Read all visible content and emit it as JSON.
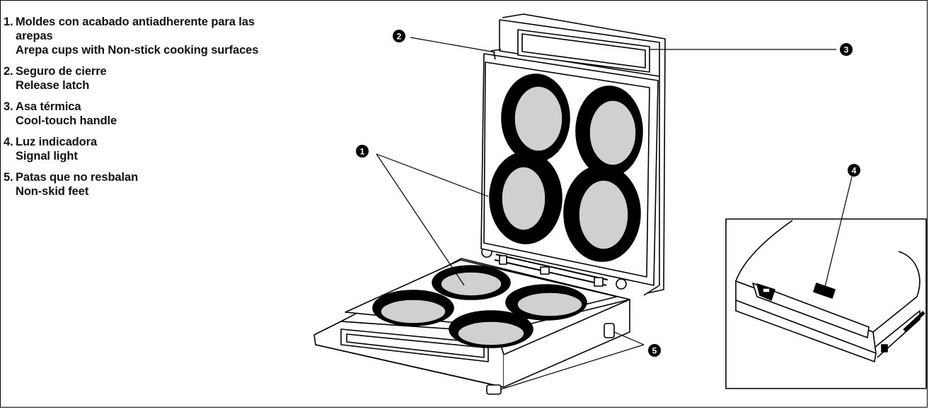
{
  "parts": [
    {
      "num": "1.",
      "es": "Moldes con acabado antiadherente para las arepas",
      "en": "Arepa cups with Non-stick cooking surfaces"
    },
    {
      "num": "2.",
      "es": "Seguro de cierre",
      "en": "Release latch"
    },
    {
      "num": "3.",
      "es": "Asa térmica",
      "en": "Cool-touch handle"
    },
    {
      "num": "4.",
      "es": "Luz indicadora",
      "en": "Signal light"
    },
    {
      "num": "5.",
      "es": "Patas que no resbalan",
      "en": "Non-skid feet"
    }
  ],
  "callouts": [
    "1",
    "2",
    "3",
    "4",
    "5"
  ]
}
